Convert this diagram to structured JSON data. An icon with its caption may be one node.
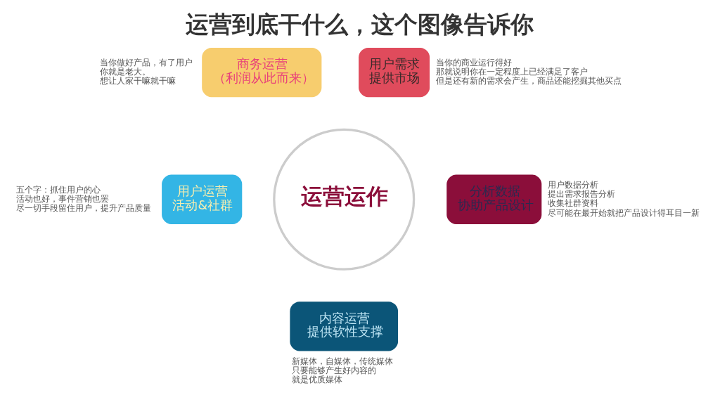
{
  "diagram": {
    "title": "运营到底干什么，这个图像告诉你",
    "nodes": [
      {
        "text": [
          "运营运作"
        ]
      },
      {
        "text": [
          "商务运营",
          "（利润从此而来）"
        ],
        "beside": [
          "当你做好产品，有了用户",
          "你就是老大。",
          "想让人家干嘛就干嘛"
        ]
      },
      {
        "text": [
          "用户需求",
          "提供市场"
        ],
        "beside": [
          "当你的商业运行得好",
          "那就说明你在一定程度上已经满足了客户",
          "但是还有新的需求会产生，商品还能挖掘其他买点"
        ]
      },
      {
        "text": [
          "分析数据",
          "协助产品设计"
        ],
        "beside": [
          "用户数据分析",
          "提出需求报告分析",
          "收集社群资料",
          "尽可能在最开始就把产品设计得耳目一新"
        ]
      },
      {
        "text": [
          "内容运营",
          "提供软性支撑"
        ],
        "beside": [
          "新媒体，自媒体，传统媒体",
          "只要能够产生好内容的",
          "就是优质媒体"
        ]
      },
      {
        "text": [
          "用户运营",
          "活动&社群"
        ],
        "beside": [
          "五个字：抓住用户的心",
          "活动也好，事件营销也罢",
          "尽一切手段留住用户，提升产品质量"
        ]
      }
    ]
  }
}
